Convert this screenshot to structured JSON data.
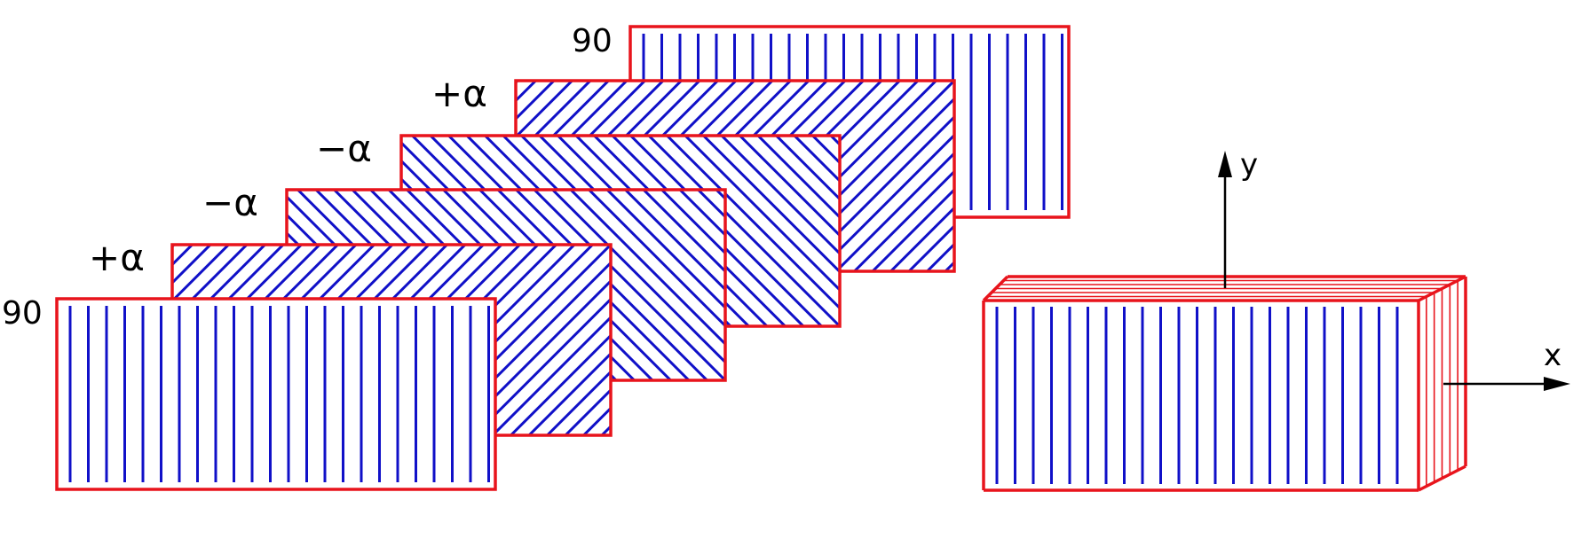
{
  "diagram": {
    "plies": [
      {
        "label": "90",
        "orientation": "90"
      },
      {
        "label": "+α",
        "orientation": "+alpha"
      },
      {
        "label": "−α",
        "orientation": "-alpha"
      },
      {
        "label": "−α",
        "orientation": "-alpha"
      },
      {
        "label": "+α",
        "orientation": "+alpha"
      },
      {
        "label": "90",
        "orientation": "90"
      }
    ],
    "axes": {
      "y_label": "y",
      "x_label": "x"
    },
    "colors": {
      "ply_border": "#e8141c",
      "fiber": "#1010c8",
      "axis": "#000000",
      "background": "#ffffff"
    }
  }
}
